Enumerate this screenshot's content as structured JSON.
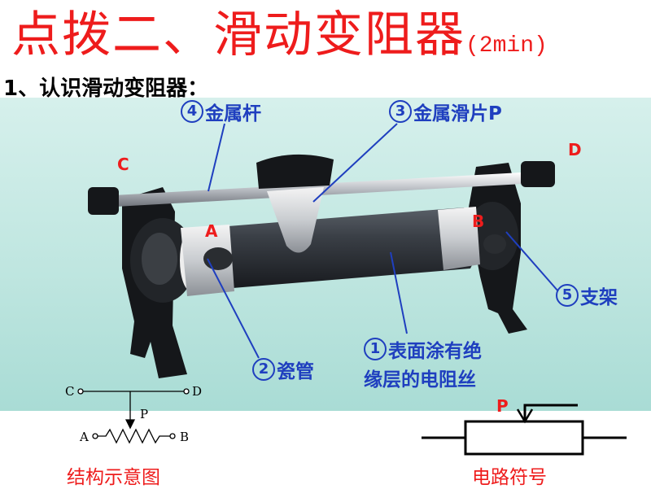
{
  "title": {
    "main": "点拨二、滑动变阻器",
    "time": "(2min)"
  },
  "subtitle": "1、认识滑动变阻器：",
  "labels": {
    "rod": {
      "num": "4",
      "text": "金属杆"
    },
    "slider": {
      "num": "3",
      "text": "金属滑片P"
    },
    "bracket": {
      "num": "5",
      "text": "支架"
    },
    "tube": {
      "num": "2",
      "text": "瓷管"
    },
    "wire": {
      "num": "1",
      "line1": "表面涂有绝",
      "line2": "缘层的电阻丝"
    }
  },
  "terminals": {
    "A": "A",
    "B": "B",
    "C": "C",
    "D": "D"
  },
  "schematic": {
    "C": "C",
    "D": "D",
    "P": "P",
    "A": "A",
    "B": "B",
    "caption": "结构示意图"
  },
  "symbol": {
    "P": "P",
    "caption": "电路符号"
  },
  "colors": {
    "title": "#ee1c1c",
    "label": "#1f3fbf",
    "terminal": "#ee1c1c"
  }
}
